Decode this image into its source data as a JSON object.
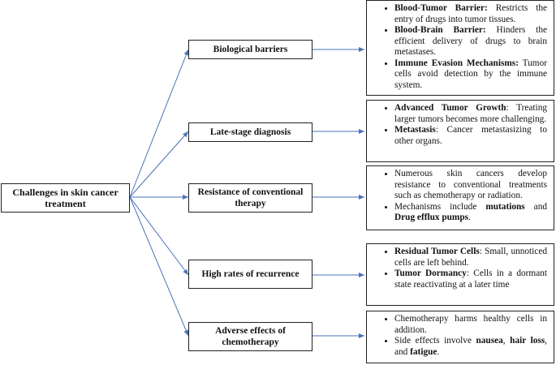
{
  "root": {
    "label": "Challenges in skin cancer treatment"
  },
  "branches": [
    {
      "label": "Biological barriers",
      "details": [
        {
          "bold": "Blood-Tumor Barrier:",
          "text": " Restricts the entry of drugs into tumor tissues."
        },
        {
          "bold": "Blood-Brain Barrier:",
          "text": " Hinders the efficient delivery of drugs to brain metastases."
        },
        {
          "bold": "Immune Evasion Mechanisms:",
          "text": " Tumor cells avoid detection by the immune system."
        }
      ]
    },
    {
      "label": "Late-stage diagnosis",
      "details": [
        {
          "bold": "Advanced Tumor Growth",
          "text": ": Treating larger tumors becomes more challenging."
        },
        {
          "bold": "Metastasis",
          "text": ": Cancer metastasizing to other organs."
        }
      ]
    },
    {
      "label": "Resistance of conventional therapy",
      "details": [
        {
          "text": "Numerous skin cancers develop resistance to conventional treatments such as chemotherapy or radiation."
        },
        {
          "text": "Mechanisms include ",
          "bold": "mutations",
          "text2": " and ",
          "bold2": "Drug efflux pumps",
          "text3": "."
        }
      ]
    },
    {
      "label": "High rates of recurrence",
      "details": [
        {
          "bold": "Residual Tumor Cells",
          "text": ": Small, unnoticed cells are left behind."
        },
        {
          "bold": "Tumor Dormancy",
          "text": ": Cells in a dormant state reactivating at a later time"
        }
      ]
    },
    {
      "label": "Adverse effects of chemotherapy",
      "details": [
        {
          "text": "Chemotherapy harms healthy cells in addition."
        },
        {
          "text": "Side effects involve ",
          "bold": "nausea",
          "text2": ", ",
          "bold2": "hair loss",
          "text3": ", and ",
          "bold3": "fatigue",
          "text4": "."
        }
      ]
    }
  ],
  "colors": {
    "connector": "#4a72b8",
    "border": "#222222"
  }
}
